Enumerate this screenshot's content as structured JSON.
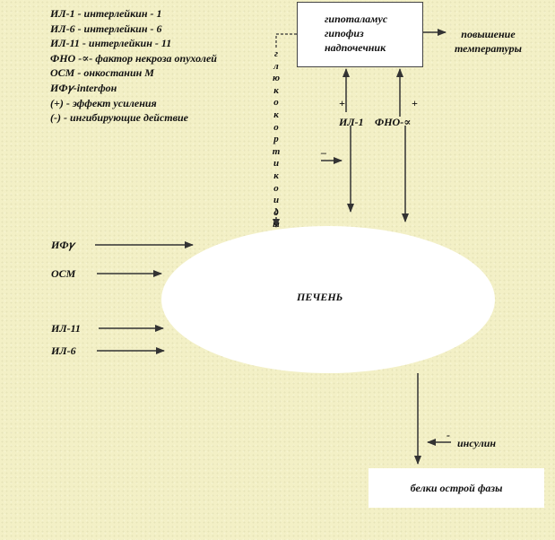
{
  "legend": [
    "ИЛ-1 - интерлейкин - 1",
    "ИЛ-6 - интерлейкин - 6",
    "ИЛ-11 - интерлейкин - 11",
    "ФНО -∝- фактор некроза опухолей",
    "ОСМ - онкостанин М",
    "ИФ𝛾-interфон",
    "(+) - эффект усиления",
    "(-) - ингибирующие действие"
  ],
  "hpa_box": {
    "line1": "гипоталамус",
    "line2": "гипофиз",
    "line3": "надпочечник"
  },
  "temperature_label": {
    "line1": "повышение",
    "line2": "температуры"
  },
  "glucocorticoids_label": "глюкокортикоиды",
  "il1_label": "ИЛ-1",
  "tnf_label": "ФНО-∝",
  "plus_sign": "+",
  "minus_sign": "–",
  "inputs": [
    "ИФ𝛾",
    "ОСМ",
    "ИЛ-11",
    "ИЛ-6"
  ],
  "liver_label": "ПЕЧЕНЬ",
  "insulin_label": "инсулин",
  "insulin_minus": "-",
  "output_box": "белки острой фазы"
}
